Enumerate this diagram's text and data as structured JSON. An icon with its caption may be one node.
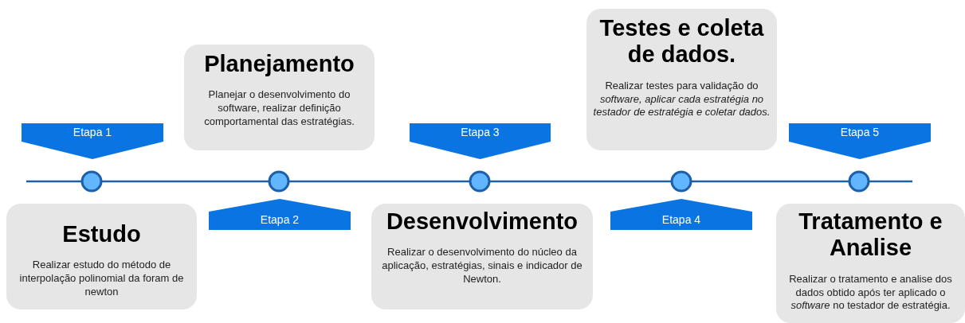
{
  "diagram": {
    "nodes": [
      {
        "text": [
          "Estudo",
          "Realizar estudo do método de interpolação polinomial da foram de newton"
        ]
      },
      {
        "text": [
          "Planejamento",
          "Planejar o desenvolvimento do software, realizar definição comportamental das estratégias."
        ]
      },
      {
        "text": [
          "Desenvolvimento",
          "Realizar o desenvolvimento do núcleo da aplicação, estratégias, sinais e indicador de Newton."
        ]
      },
      {
        "text": [
          "Testes e coleta de dados.",
          "Realizar testes para validação do *software, aplicar cada estratégia no testador de estratégia e coletar dados.*"
        ]
      },
      {
        "text": [
          "Tratamento e Analise",
          "Realizar o tratamento e analise dos dados obtido após ter aplicado o *software* no testador de estratégia."
        ]
      },
      {
        "text": [
          "Etapa 1"
        ]
      },
      {
        "text": [
          "Etapa 2"
        ]
      },
      {
        "text": [
          "Etapa 3"
        ]
      },
      {
        "text": [
          "Etapa 4"
        ]
      },
      {
        "text": [
          "Etapa 5"
        ]
      },
      {
        "text": [],
        "shape": "circle"
      },
      {
        "text": [],
        "shape": "circle"
      },
      {
        "text": [],
        "shape": "circle"
      },
      {
        "text": [],
        "shape": "circle"
      },
      {
        "text": [],
        "shape": "circle"
      }
    ],
    "edges": [
      {
        "from": null,
        "to": 10,
        "arrow": "none"
      },
      {
        "from": 10,
        "to": 11,
        "arrow": "none"
      },
      {
        "from": 11,
        "to": 12,
        "arrow": "none"
      },
      {
        "from": 12,
        "to": 13,
        "arrow": "none"
      },
      {
        "from": 13,
        "to": 14,
        "arrow": "none"
      },
      {
        "from": 14,
        "to": null,
        "arrow": "none"
      }
    ]
  }
}
